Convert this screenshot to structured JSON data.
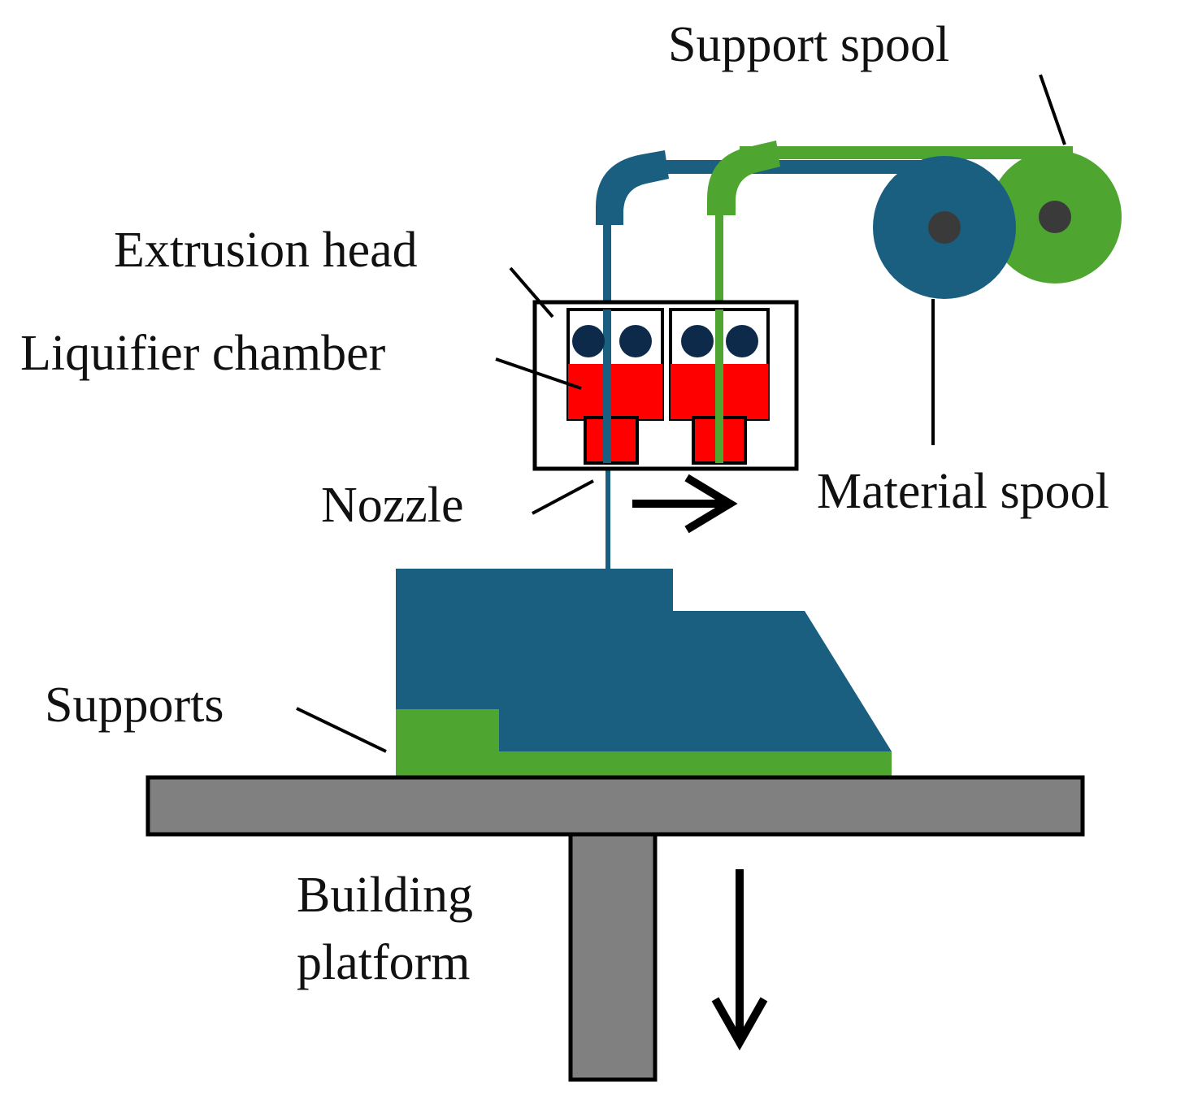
{
  "labels": {
    "support_spool": "Support spool",
    "extrusion_head": "Extrusion head",
    "liquifier_chamber": "Liquifier chamber",
    "nozzle": "Nozzle",
    "material_spool": "Material spool",
    "supports": "Supports",
    "building_platform_line1": "Building",
    "building_platform_line2": "platform"
  },
  "colors": {
    "model_material": "#1a5e80",
    "support_material": "#4ea530",
    "liquifier": "#ff0000",
    "roller": "#0e2a4a",
    "platform": "#808080",
    "spool_hub": "#3a3a3a",
    "outline": "#000000"
  },
  "icons": {
    "head_motion": "arrow-right-icon",
    "platform_motion": "arrow-down-icon"
  }
}
